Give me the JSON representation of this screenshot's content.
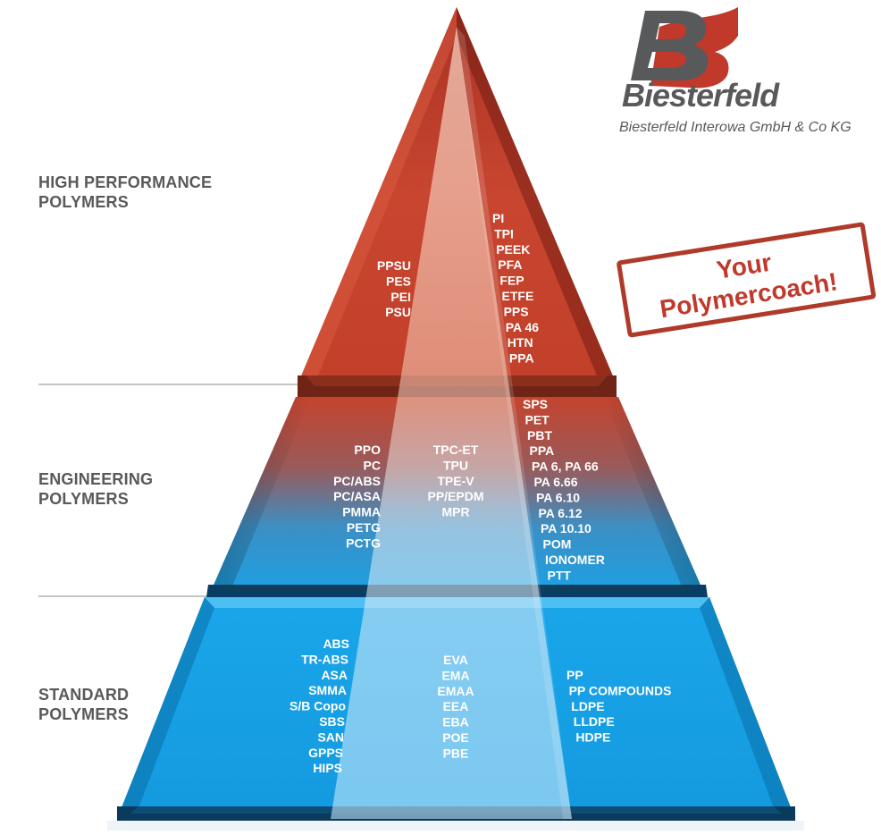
{
  "colors": {
    "red": "#c4402a",
    "red_dark": "#7a1f12",
    "blue": "#1aa2e6",
    "blue_dark": "#0b4f7a",
    "label_gray": "#58595b",
    "brand_red": "#c0392b"
  },
  "logo": {
    "brand_name": "Biesterfeld",
    "company": "Biesterfeld Interowa GmbH & Co KG",
    "icon": "biesterfeld-b-logo-icon"
  },
  "stamp": {
    "line1": "Your",
    "line2": "Polymercoach!"
  },
  "tiers": {
    "high": {
      "line1": "HIGH PERFORMANCE",
      "line2": "POLYMERS",
      "left": [
        "PPSU",
        "PES",
        "PEI",
        "PSU"
      ],
      "right": [
        "PI",
        "TPI",
        "PEEK",
        "PFA",
        "FEP",
        "ETFE",
        "PPS",
        "PA 46",
        "HTN",
        "PPA"
      ]
    },
    "engineering": {
      "line1": "ENGINEERING",
      "line2": "POLYMERS",
      "left": [
        "PPO",
        "PC",
        "PC/ABS",
        "PC/ASA",
        "PMMA",
        "PETG",
        "PCTG"
      ],
      "center": [
        "TPC-ET",
        "TPU",
        "TPE-V",
        "PP/EPDM",
        "MPR"
      ],
      "right": [
        "SPS",
        "PET",
        "PBT",
        "PPA",
        "PA 6, PA 66",
        "PA 6.66",
        "PA 6.10",
        "PA 6.12",
        "PA 10.10",
        "POM",
        "IONOMER",
        "PTT"
      ]
    },
    "standard": {
      "line1": "STANDARD",
      "line2": "POLYMERS",
      "left": [
        "ABS",
        "TR-ABS",
        "ASA",
        "SMMA",
        "S/B Copo",
        "SBS",
        "SAN",
        "GPPS",
        "HIPS"
      ],
      "center": [
        "EVA",
        "EMA",
        "EMAA",
        "EEA",
        "EBA",
        "POE",
        "PBE"
      ],
      "right": [
        "PP",
        "PP COMPOUNDS",
        "LDPE",
        "LLDPE",
        "HDPE"
      ]
    }
  }
}
